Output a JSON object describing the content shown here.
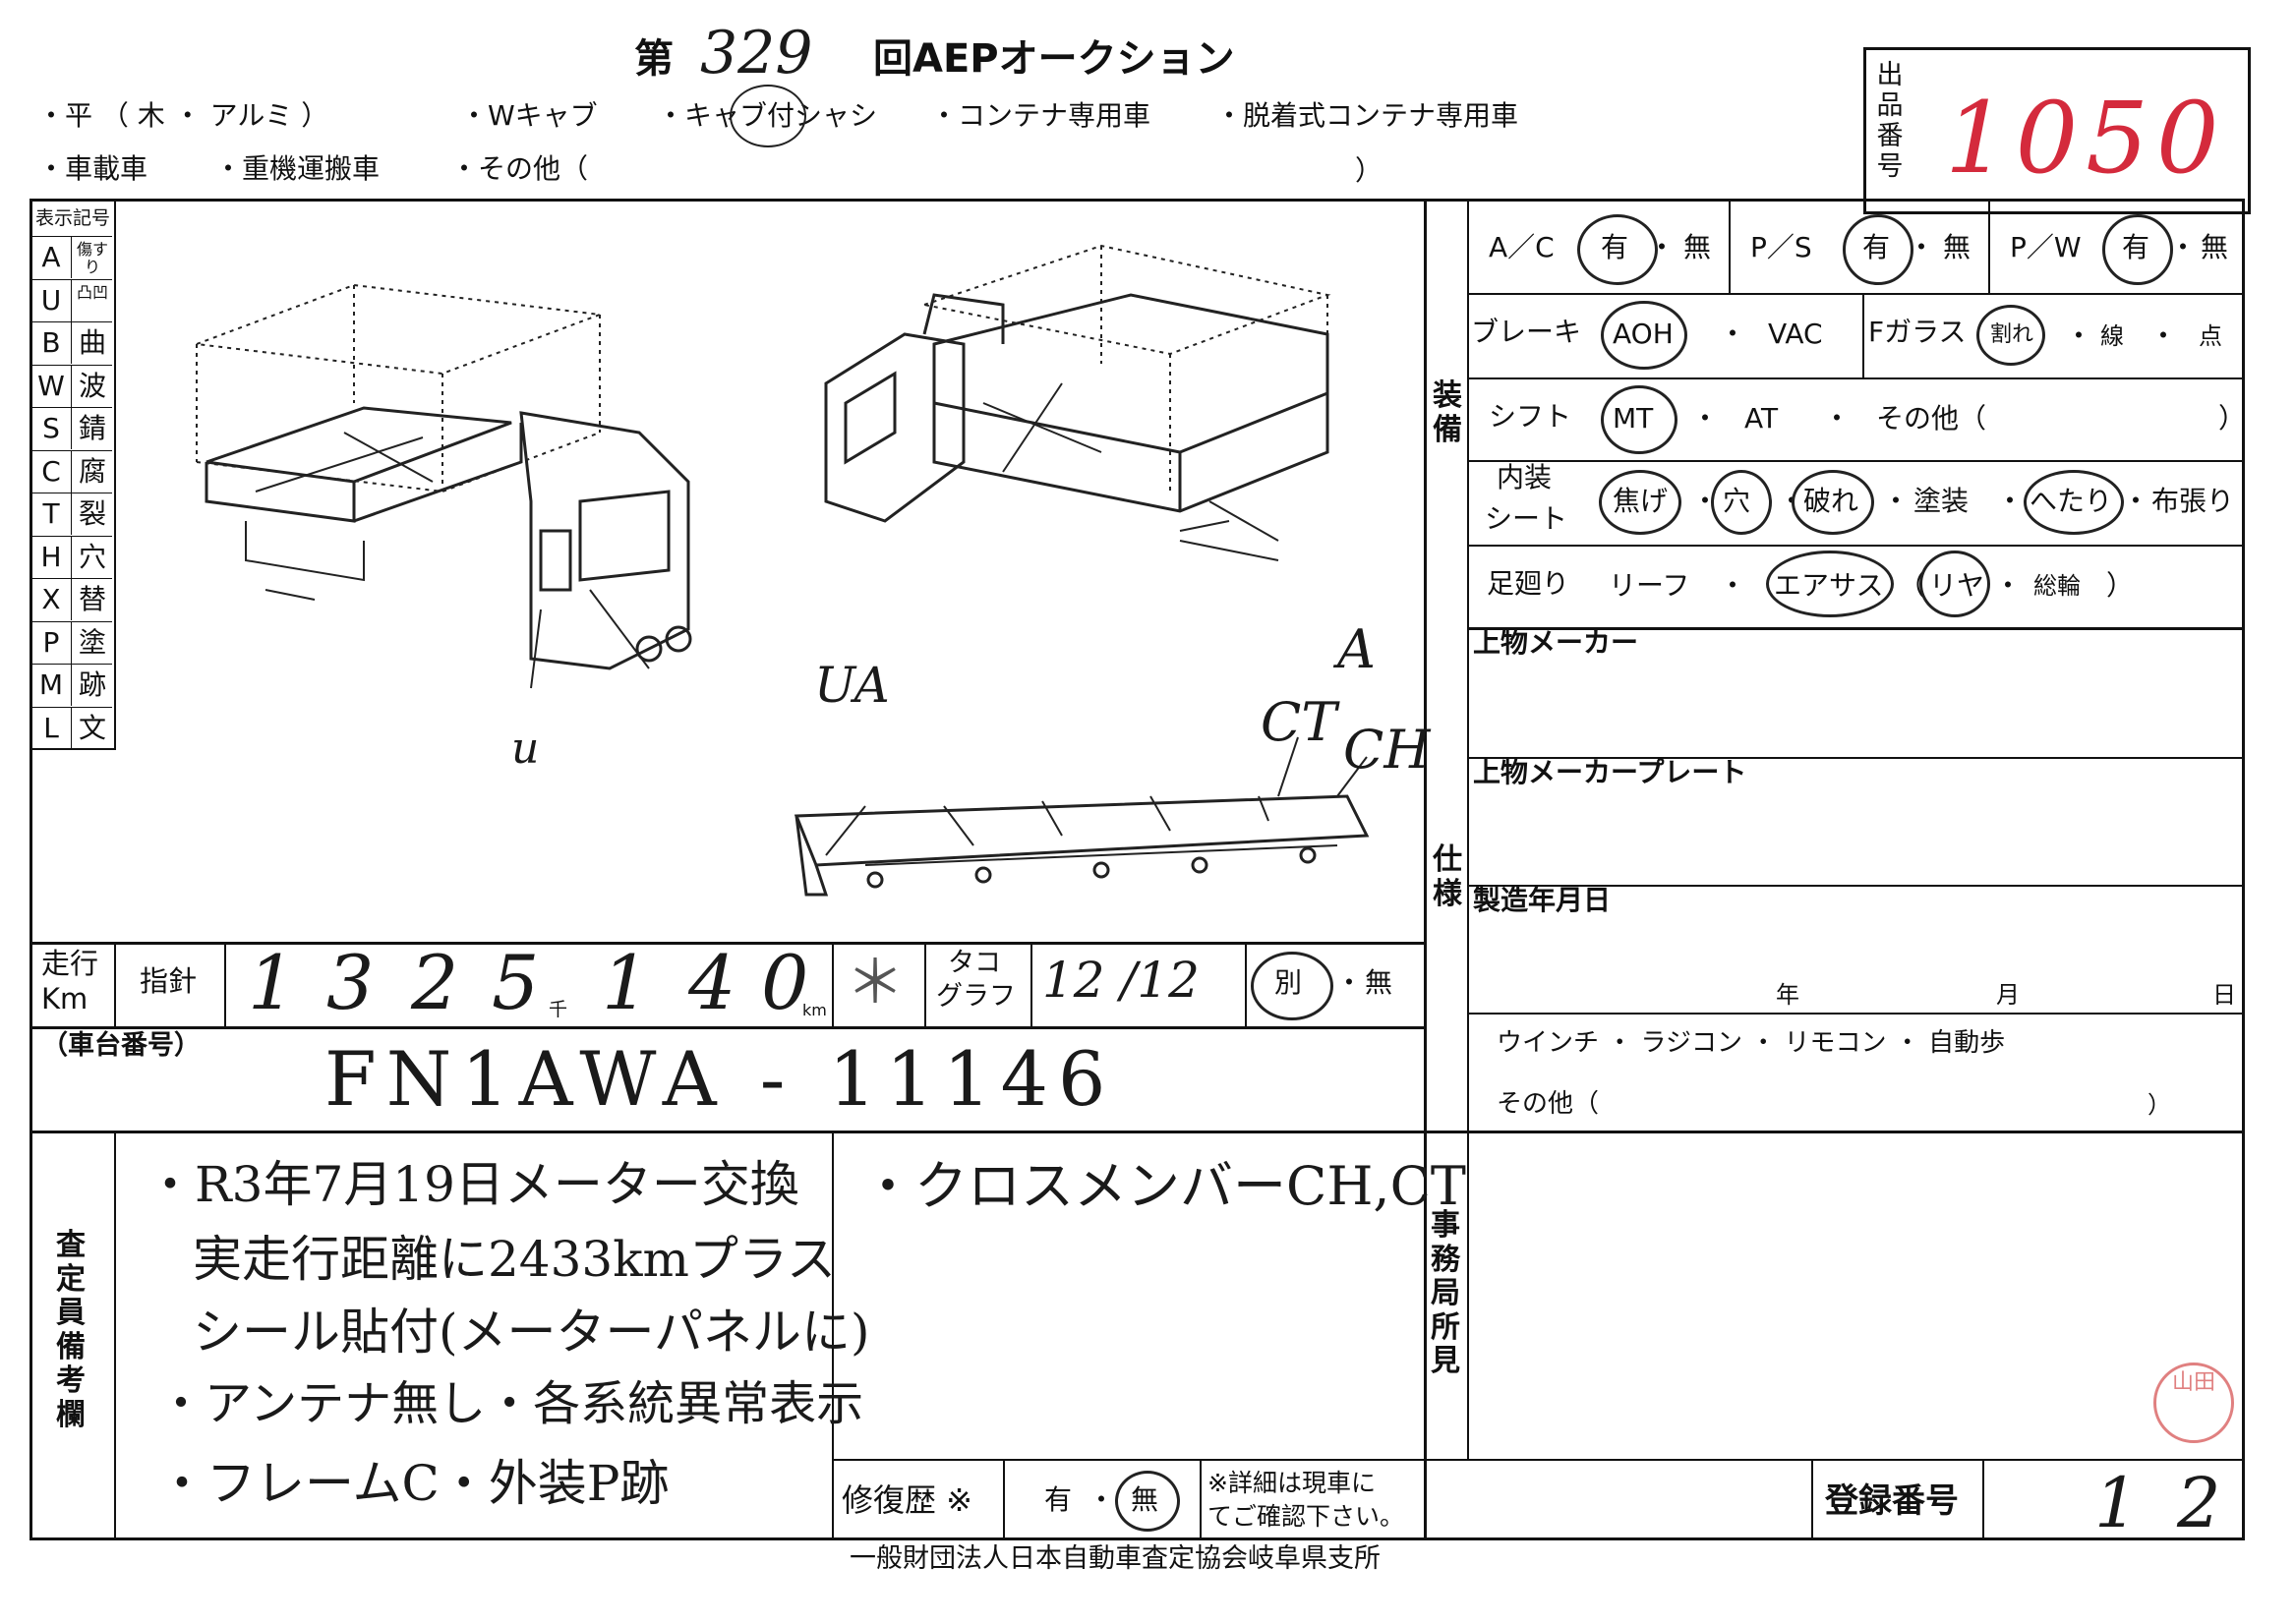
{
  "header": {
    "dai": "第",
    "number": "329",
    "kai_title": "回AEPオークション",
    "types_row1": [
      "・平 （ 木 ・ アルミ ）",
      "・Wキャブ",
      "・キャブ付シャシ",
      "・コンテナ専用車",
      "・脱着式コンテナ専用車"
    ],
    "types_row2": [
      "・車載車",
      "・重機運搬車",
      "・その他（"
    ],
    "close_paren": "）"
  },
  "lot": {
    "label": [
      "出",
      "品",
      "番",
      "号"
    ],
    "value": "1050"
  },
  "legend": {
    "title": "表示記号",
    "items": [
      {
        "k": "A",
        "v": "傷すり"
      },
      {
        "k": "U",
        "v": "凸凹"
      },
      {
        "k": "B",
        "v": "曲"
      },
      {
        "k": "W",
        "v": "波"
      },
      {
        "k": "S",
        "v": "錆"
      },
      {
        "k": "C",
        "v": "腐"
      },
      {
        "k": "T",
        "v": "裂"
      },
      {
        "k": "H",
        "v": "穴"
      },
      {
        "k": "X",
        "v": "替"
      },
      {
        "k": "P",
        "v": "塗"
      },
      {
        "k": "M",
        "v": "跡"
      },
      {
        "k": "L",
        "v": "文"
      }
    ]
  },
  "diagram_marks": {
    "u": "u",
    "ua": "UA",
    "a": "A",
    "ct": "CT",
    "ch": "CH"
  },
  "equipment": {
    "section_label": [
      "装",
      "備"
    ],
    "ac": {
      "label": "A／C",
      "yes": "有",
      "sep": "・",
      "no": "無"
    },
    "ps": {
      "label": "P／S",
      "yes": "有",
      "sep": "・",
      "no": "無"
    },
    "pw": {
      "label": "P／W",
      "yes": "有",
      "sep": "・",
      "no": "無"
    },
    "brake": {
      "label": "ブレーキ",
      "aoh": "AOH",
      "sep": "・",
      "vac": "VAC"
    },
    "fglass": {
      "label": "Fガラス",
      "crack": "割れ",
      "sep": "・",
      "line": "線",
      "dot": "点"
    },
    "shift": {
      "label": "シフト",
      "mt": "MT",
      "sep": "・",
      "at": "AT",
      "other": "その他（",
      "close": "）"
    },
    "interior": {
      "label1": "内装",
      "label2": "シート",
      "items": [
        "焦げ",
        "穴",
        "破れ",
        "塗装",
        "へたり",
        "布張り"
      ],
      "sep": "・"
    },
    "suspension": {
      "label": "足廻り",
      "leaf": "リーフ",
      "sep": "・",
      "air": "エアサス",
      "paren_open": "（",
      "rear": "リヤ",
      "all": "総輪",
      "paren_close": "）"
    }
  },
  "spec": {
    "section_label": [
      "仕",
      "様"
    ],
    "maker": "上物メーカー",
    "maker_plate": "上物メーカープレート",
    "manufacture_date": "製造年月日",
    "year": "年",
    "month": "月",
    "day": "日",
    "options": "ウインチ ・ ラジコン ・ リモコン ・ 自動歩",
    "other": "その他（",
    "other_close": "）"
  },
  "mileage": {
    "label1": "走行",
    "label2": "Km",
    "indicator": "指針",
    "digits": [
      "1",
      "3",
      "2",
      "5",
      "1",
      "4",
      "0"
    ],
    "thousand": "千",
    "km": "km",
    "star": "＊",
    "taco1": "タコ",
    "taco2": "グラフ",
    "taco_value": "12 /12",
    "separate": "別",
    "sep": "・",
    "none": "無"
  },
  "chassis": {
    "label": "（車台番号）",
    "value": "FN1AWA - 11146"
  },
  "inspector": {
    "label": [
      "査",
      "定",
      "員",
      "備",
      "考",
      "欄"
    ],
    "notes": [
      "・R3年7月19日メーター交換",
      "実走行距離に2433kmプラス",
      "シール貼付(メーターパネルに)",
      "・アンテナ無し・各系統異常表示",
      "・フレームC・外装P跡"
    ],
    "notes_right": "・クロスメンバーCH,CT"
  },
  "repair": {
    "label": "修復歴 ※",
    "yes": "有",
    "sep": "・",
    "no": "無",
    "note1": "※詳細は現車に",
    "note2": "てご確認下さい。"
  },
  "office": {
    "label": [
      "事",
      "務",
      "局",
      "所",
      "見"
    ],
    "stamp": "山田"
  },
  "registration": {
    "label": "登録番号",
    "value1": "1",
    "value2": "2"
  },
  "footer": "一般財団法人日本自動車査定協会岐阜県支所",
  "colors": {
    "ink": "#111111",
    "red_pen": "#d42a3c",
    "stamp": "#e08080"
  }
}
